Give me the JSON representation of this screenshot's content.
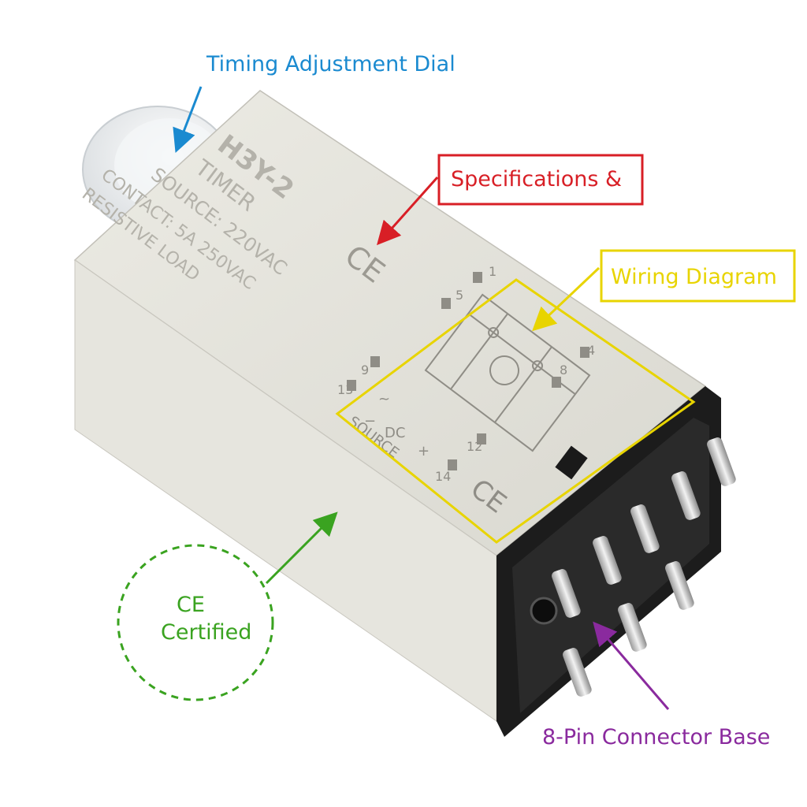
{
  "callouts": {
    "dial": {
      "text": "Timing Adjustment Dial",
      "color": "#1a8ad0"
    },
    "specs": {
      "text": "Specifications &",
      "color": "#d81f26"
    },
    "wiring": {
      "text": "Wiring Diagram",
      "color": "#e8d400"
    },
    "ce": {
      "line1": "CE",
      "line2": "Certified",
      "color": "#3aa320"
    },
    "base": {
      "text": "8-Pin Connector Base",
      "color": "#8a2a9e"
    }
  },
  "relay_label": {
    "model": "H3Y-2",
    "type": "TIMER",
    "source": "SOURCE: 220VAC",
    "contact": "CONTACT: 5A 250VAC",
    "load": "RESISTIVE LOAD",
    "ce_mark": "CE"
  },
  "wiring_terminals": {
    "t1": "1",
    "t5": "5",
    "t4": "4",
    "t8": "8",
    "t9": "9",
    "t12": "12",
    "t13": "13",
    "t14": "14",
    "source": "SOURCE",
    "dc": "DC",
    "plus": "+",
    "minus": "−",
    "tilde": "~"
  }
}
